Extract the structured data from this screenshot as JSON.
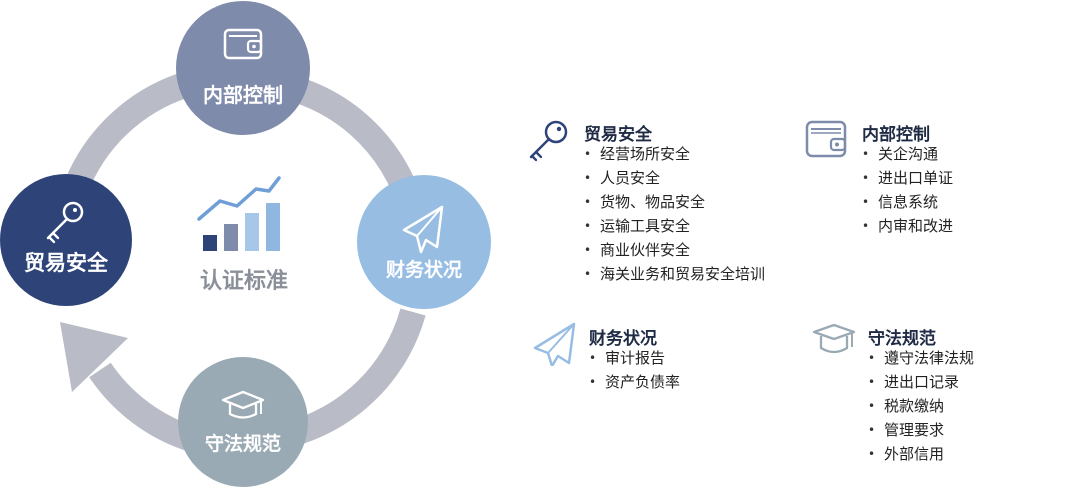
{
  "cycle": {
    "center_label": "认证标准",
    "nodes": {
      "trade": "贸易安全",
      "control": "内部控制",
      "finance": "财务状况",
      "compliance": "守法规范"
    },
    "colors": {
      "ring": "#b9bcc6",
      "trade": "#2e4478",
      "control": "#7f8bab",
      "finance": "#97bde3",
      "compliance": "#9aaab5",
      "chart_dark": "#2e4478",
      "chart_mid": "#7f8bab",
      "chart_light": "#a7c7e8"
    },
    "icons": {
      "trade": "key-icon",
      "control": "wallet-icon",
      "finance": "paper-plane-icon",
      "compliance": "graduation-cap-icon",
      "center": "bar-chart-growth-icon"
    }
  },
  "panels": {
    "trade": {
      "title": "贸易安全",
      "items": [
        "经营场所安全",
        "人员安全",
        "货物、物品安全",
        "运输工具安全",
        "商业伙伴安全",
        "海关业务和贸易安全培训"
      ]
    },
    "control": {
      "title": "内部控制",
      "items": [
        "关企沟通",
        "进出口单证",
        "信息系统",
        "内审和改进"
      ]
    },
    "finance": {
      "title": "财务状况",
      "items": [
        "审计报告",
        "资产负债率"
      ]
    },
    "compliance": {
      "title": "守法规范",
      "items": [
        "遵守法律法规",
        "进出口记录",
        "税款缴纳",
        "管理要求",
        "外部信用"
      ]
    }
  }
}
